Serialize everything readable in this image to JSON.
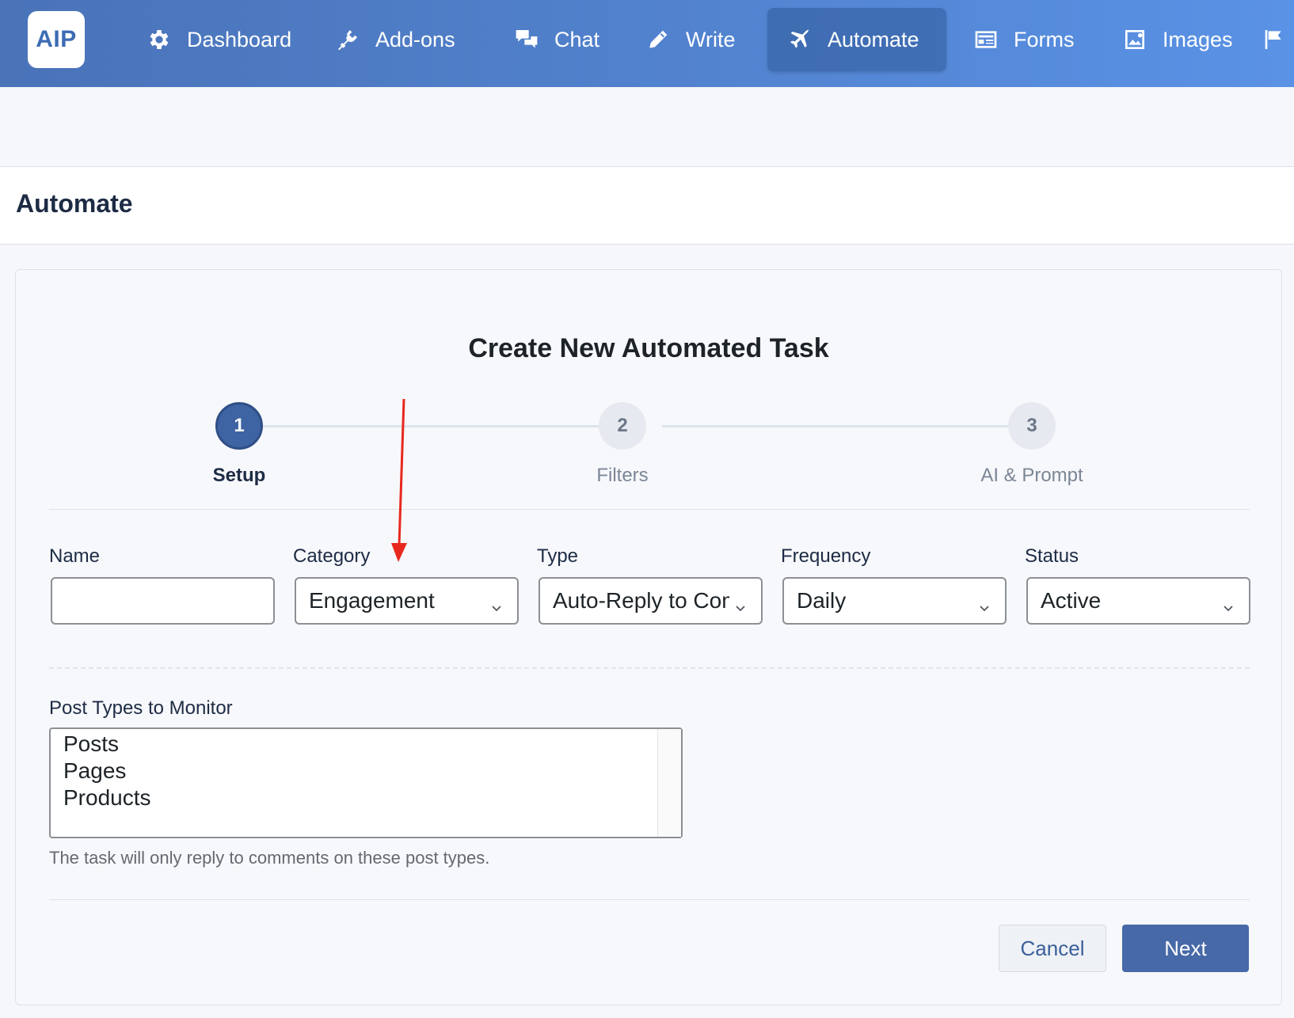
{
  "nav": {
    "logo": "AIP",
    "items": [
      {
        "label": "Dashboard",
        "icon": "gear-icon"
      },
      {
        "label": "Add-ons",
        "icon": "plug-icon"
      },
      {
        "label": "Chat",
        "icon": "chat-icon"
      },
      {
        "label": "Write",
        "icon": "pencil-icon"
      },
      {
        "label": "Automate",
        "icon": "plane-icon",
        "active": true
      },
      {
        "label": "Forms",
        "icon": "form-icon"
      },
      {
        "label": "Images",
        "icon": "image-icon"
      }
    ]
  },
  "page": {
    "title": "Automate"
  },
  "wizard": {
    "title": "Create New Automated Task",
    "steps": [
      {
        "number": "1",
        "label": "Setup",
        "active": true
      },
      {
        "number": "2",
        "label": "Filters",
        "active": false
      },
      {
        "number": "3",
        "label": "AI & Prompt",
        "active": false
      }
    ],
    "fields": {
      "name": {
        "label": "Name",
        "value": ""
      },
      "category": {
        "label": "Category",
        "value": "Engagement"
      },
      "type": {
        "label": "Type",
        "value": "Auto-Reply to Comments"
      },
      "frequency": {
        "label": "Frequency",
        "value": "Daily"
      },
      "status": {
        "label": "Status",
        "value": "Active"
      }
    },
    "post_types": {
      "label": "Post Types to Monitor",
      "options": [
        "Posts",
        "Pages",
        "Products"
      ],
      "help": "The task will only reply to comments on these post types."
    },
    "buttons": {
      "cancel": "Cancel",
      "next": "Next"
    }
  },
  "colors": {
    "accent": "#4769a8",
    "nav_start": "#4a73b8",
    "nav_end": "#5a92e6",
    "annotation_arrow": "#e8281e"
  }
}
